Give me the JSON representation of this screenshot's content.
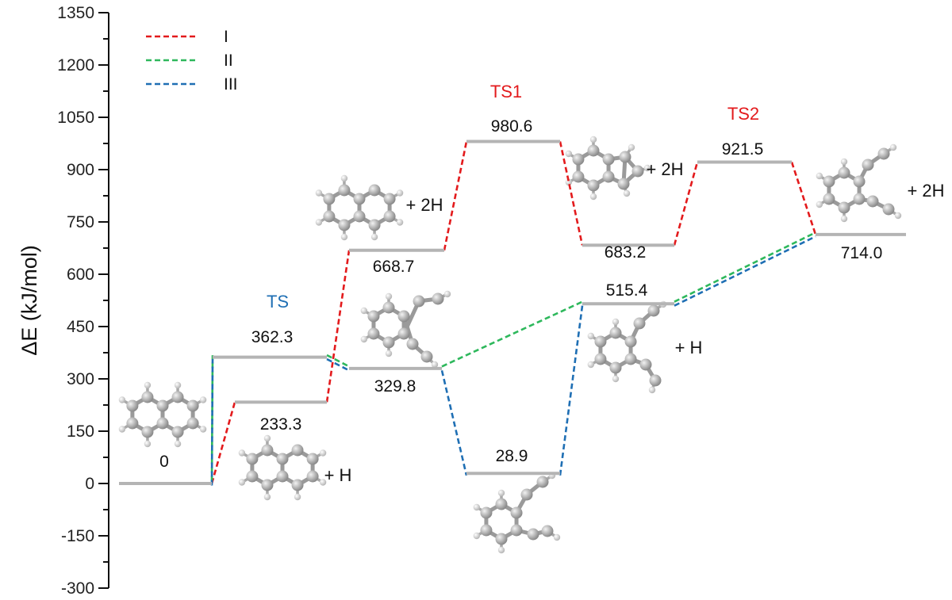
{
  "chart_data": {
    "type": "line",
    "ylabel": "ΔE (kJ/mol)",
    "ylim": [
      -300,
      1350
    ],
    "yticks": [
      -300,
      -150,
      0,
      150,
      300,
      450,
      600,
      750,
      900,
      1050,
      1200,
      1350
    ],
    "grid": false,
    "legend_position": "top-left",
    "legend": [
      {
        "id": "I",
        "name": "I",
        "color": "#e31a1c"
      },
      {
        "id": "II",
        "name": "II",
        "color": "#2eb85c"
      },
      {
        "id": "III",
        "name": "III",
        "color": "#1f6fb4"
      }
    ],
    "levels": [
      {
        "id": "start",
        "value": 0,
        "label": "0"
      },
      {
        "id": "ts",
        "value": 362.3,
        "label": "362.3"
      },
      {
        "id": "int1",
        "value": 233.3,
        "label": "233.3"
      },
      {
        "id": "int2",
        "value": 668.7,
        "label": "668.7"
      },
      {
        "id": "int3",
        "value": 329.8,
        "label": "329.8"
      },
      {
        "id": "ts1",
        "value": 980.6,
        "label": "980.6"
      },
      {
        "id": "int4",
        "value": 28.9,
        "label": "28.9"
      },
      {
        "id": "int5",
        "value": 683.2,
        "label": "683.2"
      },
      {
        "id": "int6",
        "value": 515.4,
        "label": "515.4"
      },
      {
        "id": "ts2",
        "value": 921.5,
        "label": "921.5"
      },
      {
        "id": "final",
        "value": 714.0,
        "label": "714.0"
      }
    ],
    "connections": [
      {
        "from": "start",
        "to": "int1",
        "series": "I"
      },
      {
        "from": "int1",
        "to": "int2",
        "series": "I"
      },
      {
        "from": "int2",
        "to": "ts1",
        "series": "I"
      },
      {
        "from": "ts1",
        "to": "int5",
        "series": "I"
      },
      {
        "from": "int5",
        "to": "ts2",
        "series": "I"
      },
      {
        "from": "ts2",
        "to": "final",
        "series": "I"
      },
      {
        "from": "start",
        "to": "ts",
        "series": "II"
      },
      {
        "from": "ts",
        "to": "int3",
        "series": "II"
      },
      {
        "from": "int3",
        "to": "int6",
        "series": "II"
      },
      {
        "from": "int6",
        "to": "final",
        "series": "II"
      },
      {
        "from": "start",
        "to": "ts",
        "series": "III"
      },
      {
        "from": "ts",
        "to": "int3",
        "series": "III"
      },
      {
        "from": "int3",
        "to": "int4",
        "series": "III"
      },
      {
        "from": "int4",
        "to": "int6",
        "series": "III"
      },
      {
        "from": "int6",
        "to": "final",
        "series": "III"
      }
    ],
    "annotations": [
      {
        "id": "ts",
        "text": "TS",
        "color": "#1f6fb4"
      },
      {
        "id": "ts1",
        "text": "TS1",
        "color": "#e31a1c"
      },
      {
        "id": "ts2",
        "text": "TS2",
        "color": "#e31a1c"
      },
      {
        "id": "plus-h-1",
        "text": "+ H",
        "color": "#111111"
      },
      {
        "id": "plus-2h-1",
        "text": "+ 2H",
        "color": "#111111"
      },
      {
        "id": "plus-2h-2",
        "text": "+ 2H",
        "color": "#111111"
      },
      {
        "id": "plus-h-2",
        "text": "+ H",
        "color": "#111111"
      },
      {
        "id": "plus-2h-3",
        "text": "+ 2H",
        "color": "#111111"
      }
    ]
  }
}
